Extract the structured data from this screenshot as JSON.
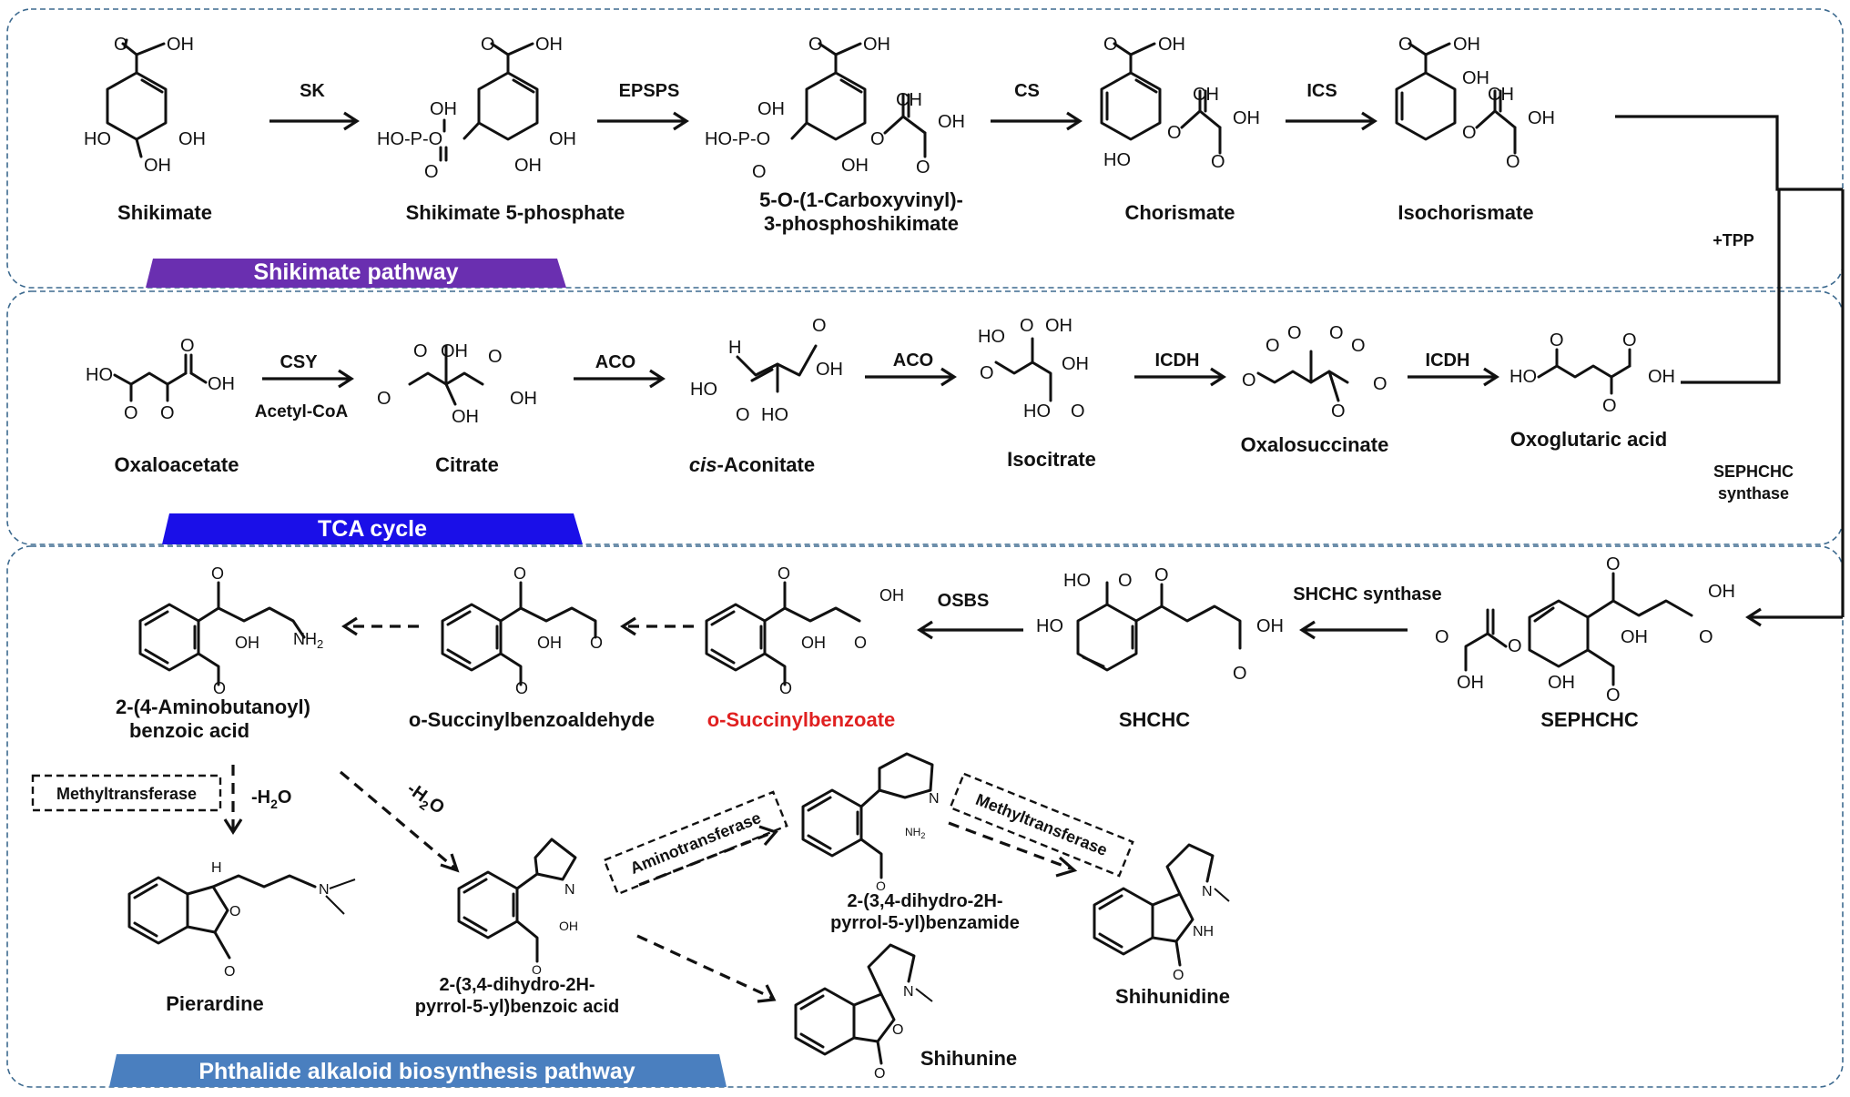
{
  "sections": {
    "shikimate": "Shikimate pathway",
    "tca": "TCA cycle",
    "phthalide": "Phthalide alkaloid biosynthesis pathway"
  },
  "colors": {
    "shikimate_band": "#6a2fb0",
    "tca_band": "#1a0fe8",
    "phthalide_band": "#4a7fbf",
    "highlight": "#e02020"
  },
  "compounds": {
    "shikimate": "Shikimate",
    "s5p": "Shikimate 5-phosphate",
    "cvps_line1": "5-O-(1-Carboxyvinyl)-",
    "cvps_line2": "3-phosphoshikimate",
    "chorismate": "Chorismate",
    "isochorismate": "Isochorismate",
    "oxaloacetate": "Oxaloacetate",
    "citrate": "Citrate",
    "cis_italic": "cis",
    "aconitate": "-Aconitate",
    "isocitrate": "Isocitrate",
    "oxalosuccinate": "Oxalosuccinate",
    "oxoglutaric": "Oxoglutaric acid",
    "aminobutanoyl_line1": "2-(4-Aminobutanoyl)",
    "aminobutanoyl_line2": "benzoic acid",
    "osb_aldehyde": "o-Succinylbenzoaldehyde",
    "osb": "o-Succinylbenzoate",
    "shchc": "SHCHC",
    "sephchc": "SEPHCHC",
    "pierardine": "Pierardine",
    "dpb_acid_line1": "2-(3,4-dihydro-2H-",
    "dpb_acid_line2": "pyrrol-5-yl)benzoic acid",
    "dpb_amide_line1": "2-(3,4-dihydro-2H-",
    "dpb_amide_line2": "pyrrol-5-yl)benzamide",
    "shihunine": "Shihunine",
    "shihunidine": "Shihunidine"
  },
  "enzymes": {
    "sk": "SK",
    "epsps": "EPSPS",
    "cs": "CS",
    "ics": "ICS",
    "tpp": "+TPP",
    "csy": "CSY",
    "acetylcoa": "Acetyl-CoA",
    "aco1": "ACO",
    "aco2": "ACO",
    "icdh1": "ICDH",
    "icdh2": "ICDH",
    "sephchc_synthase_line1": "SEPHCHC",
    "sephchc_synthase_line2": "synthase",
    "shchc_synthase": "SHCHC synthase",
    "osbs": "OSBS",
    "methyltransferase1": "Methyltransferase",
    "h2o_a": "-H",
    "h2o_a_sub": "2",
    "h2o_a_end": "O",
    "h2o_b": "-H",
    "h2o_b_sub": "2",
    "h2o_b_end": "O",
    "aminotransferase": "Aminotransferase",
    "methyltransferase2": "Methyltransferase"
  },
  "atoms": {
    "OH": "OH",
    "HO": "HO",
    "O": "O",
    "H": "H",
    "N": "N",
    "NH": "NH",
    "NH2": "NH",
    "two": "2",
    "CH2": "CH",
    "HOP": "HO-P-O",
    "P": "P"
  }
}
